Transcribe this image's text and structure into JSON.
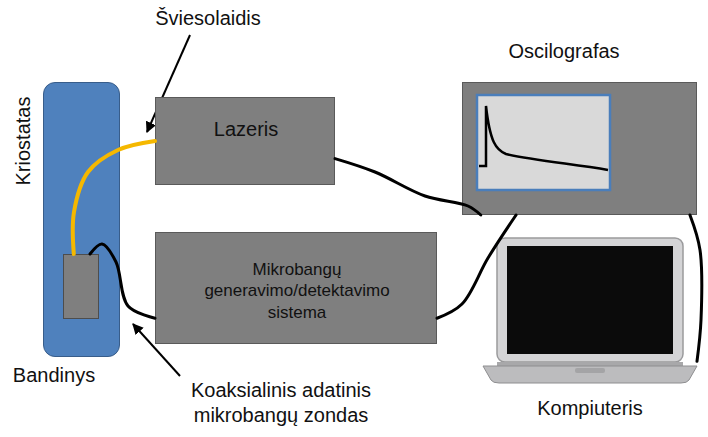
{
  "diagram": {
    "nodes": [
      {
        "text": [
          "Kriostatas"
        ]
      },
      {
        "text": [
          "Bandinys"
        ],
        "in": 0
      },
      {
        "text": [
          "Lazeris"
        ]
      },
      {
        "text": [
          "Oscilografas"
        ]
      },
      {
        "text": [
          "Mikrobangų generavimo/detektavimo sistema"
        ]
      },
      {
        "text": [
          "Kompiuteris"
        ]
      }
    ],
    "edges": [
      {
        "from": 2,
        "to": 1,
        "arrow": "none"
      },
      {
        "from": 4,
        "to": 1,
        "arrow": "none"
      },
      {
        "from": 2,
        "to": 3,
        "arrow": "none"
      },
      {
        "from": 4,
        "to": 3,
        "arrow": "none"
      },
      {
        "from": 3,
        "to": 5,
        "arrow": "none"
      }
    ],
    "labels": [
      "Šviesolaidis",
      "Koaksialinis adatinis mikrobangų zondas"
    ]
  }
}
